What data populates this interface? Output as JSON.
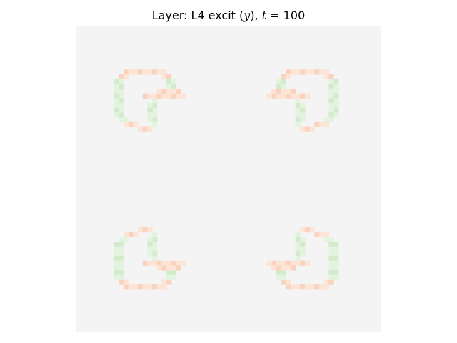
{
  "chart_data": {
    "type": "heatmap",
    "title": {
      "prefix": "Layer: L4 excit (",
      "var": "y",
      "mid": "), ",
      "tvar": "t",
      "suffix": " = 100"
    },
    "axes_visible": false,
    "grid": false,
    "grid_size": 64,
    "background_color": "#f4f4f4",
    "colors": {
      "negative": "#fce4d6",
      "negative_strong": "#f9d3bd",
      "positive": "#e3f3df",
      "positive_strong": "#d2eccb"
    },
    "regions": [
      {
        "name": "top-left-arc",
        "sign": "negative",
        "cells": [
          [
            10,
            9
          ],
          [
            11,
            9
          ],
          [
            12,
            9
          ],
          [
            13,
            9
          ],
          [
            14,
            9
          ],
          [
            15,
            9
          ],
          [
            16,
            9
          ],
          [
            17,
            9
          ],
          [
            18,
            9
          ],
          [
            9,
            10
          ],
          [
            10,
            10
          ],
          [
            18,
            10
          ],
          [
            19,
            10
          ]
        ]
      },
      {
        "name": "top-left-left",
        "sign": "positive",
        "cells": [
          [
            8,
            11
          ],
          [
            8,
            12
          ],
          [
            8,
            13
          ],
          [
            8,
            14
          ],
          [
            8,
            15
          ],
          [
            8,
            16
          ],
          [
            8,
            17
          ],
          [
            8,
            18
          ],
          [
            9,
            11
          ],
          [
            9,
            12
          ],
          [
            9,
            13
          ],
          [
            9,
            14
          ],
          [
            9,
            15
          ],
          [
            9,
            16
          ],
          [
            9,
            17
          ],
          [
            9,
            18
          ],
          [
            9,
            19
          ],
          [
            10,
            19
          ]
        ]
      },
      {
        "name": "top-left-right",
        "sign": "positive",
        "cells": [
          [
            19,
            11
          ],
          [
            19,
            12
          ],
          [
            20,
            11
          ],
          [
            20,
            12
          ],
          [
            20,
            13
          ],
          [
            16,
            15
          ],
          [
            16,
            16
          ],
          [
            16,
            17
          ],
          [
            16,
            18
          ],
          [
            16,
            19
          ],
          [
            16,
            20
          ],
          [
            15,
            16
          ],
          [
            15,
            17
          ],
          [
            15,
            18
          ],
          [
            15,
            19
          ]
        ]
      },
      {
        "name": "top-left-bar",
        "sign": "negative",
        "cells": [
          [
            14,
            14
          ],
          [
            15,
            14
          ],
          [
            16,
            14
          ],
          [
            17,
            14
          ],
          [
            18,
            14
          ],
          [
            19,
            14
          ],
          [
            20,
            14
          ],
          [
            21,
            14
          ],
          [
            17,
            13
          ],
          [
            18,
            13
          ],
          [
            19,
            13
          ],
          [
            20,
            13
          ],
          [
            21,
            13
          ],
          [
            22,
            14
          ]
        ]
      },
      {
        "name": "top-left-bottom",
        "sign": "negative",
        "cells": [
          [
            11,
            20
          ],
          [
            12,
            20
          ],
          [
            13,
            21
          ],
          [
            14,
            21
          ],
          [
            15,
            21
          ],
          [
            10,
            20
          ]
        ]
      },
      {
        "name": "top-right-arc",
        "sign": "negative",
        "cells": [
          [
            44,
            9
          ],
          [
            45,
            9
          ],
          [
            46,
            9
          ],
          [
            47,
            9
          ],
          [
            48,
            9
          ],
          [
            49,
            9
          ],
          [
            50,
            9
          ],
          [
            51,
            9
          ],
          [
            52,
            9
          ],
          [
            43,
            10
          ],
          [
            44,
            10
          ],
          [
            52,
            10
          ],
          [
            53,
            10
          ]
        ]
      },
      {
        "name": "top-right-right",
        "sign": "positive",
        "cells": [
          [
            54,
            11
          ],
          [
            54,
            12
          ],
          [
            54,
            13
          ],
          [
            54,
            14
          ],
          [
            54,
            15
          ],
          [
            54,
            16
          ],
          [
            54,
            17
          ],
          [
            54,
            18
          ],
          [
            53,
            11
          ],
          [
            53,
            12
          ],
          [
            53,
            13
          ],
          [
            53,
            14
          ],
          [
            53,
            15
          ],
          [
            53,
            16
          ],
          [
            53,
            17
          ],
          [
            53,
            18
          ],
          [
            53,
            19
          ],
          [
            52,
            19
          ]
        ]
      },
      {
        "name": "top-right-left",
        "sign": "positive",
        "cells": [
          [
            43,
            11
          ],
          [
            43,
            12
          ],
          [
            42,
            11
          ],
          [
            42,
            12
          ],
          [
            42,
            13
          ],
          [
            46,
            15
          ],
          [
            46,
            16
          ],
          [
            46,
            17
          ],
          [
            46,
            18
          ],
          [
            46,
            19
          ],
          [
            46,
            20
          ],
          [
            47,
            16
          ],
          [
            47,
            17
          ],
          [
            47,
            18
          ],
          [
            47,
            19
          ]
        ]
      },
      {
        "name": "top-right-bar",
        "sign": "negative",
        "cells": [
          [
            41,
            14
          ],
          [
            42,
            14
          ],
          [
            43,
            14
          ],
          [
            44,
            14
          ],
          [
            45,
            14
          ],
          [
            46,
            14
          ],
          [
            47,
            14
          ],
          [
            48,
            14
          ],
          [
            41,
            13
          ],
          [
            42,
            13
          ],
          [
            43,
            13
          ],
          [
            44,
            13
          ],
          [
            45,
            13
          ],
          [
            40,
            14
          ]
        ]
      },
      {
        "name": "top-right-bottom",
        "sign": "negative",
        "cells": [
          [
            50,
            20
          ],
          [
            51,
            20
          ],
          [
            47,
            21
          ],
          [
            48,
            21
          ],
          [
            49,
            21
          ],
          [
            52,
            20
          ]
        ]
      },
      {
        "name": "bottom-left-arc",
        "sign": "negative",
        "cells": [
          [
            10,
            54
          ],
          [
            11,
            54
          ],
          [
            12,
            54
          ],
          [
            13,
            54
          ],
          [
            14,
            54
          ],
          [
            15,
            54
          ],
          [
            16,
            54
          ],
          [
            17,
            54
          ],
          [
            18,
            54
          ],
          [
            9,
            53
          ],
          [
            10,
            53
          ],
          [
            18,
            53
          ],
          [
            19,
            53
          ]
        ]
      },
      {
        "name": "bottom-left-left",
        "sign": "positive",
        "cells": [
          [
            8,
            45
          ],
          [
            8,
            46
          ],
          [
            8,
            47
          ],
          [
            8,
            48
          ],
          [
            8,
            49
          ],
          [
            8,
            50
          ],
          [
            8,
            51
          ],
          [
            8,
            52
          ],
          [
            9,
            44
          ],
          [
            9,
            45
          ],
          [
            9,
            46
          ],
          [
            9,
            47
          ],
          [
            9,
            48
          ],
          [
            9,
            49
          ],
          [
            9,
            50
          ],
          [
            9,
            51
          ],
          [
            9,
            52
          ],
          [
            10,
            44
          ]
        ]
      },
      {
        "name": "bottom-left-right",
        "sign": "positive",
        "cells": [
          [
            19,
            51
          ],
          [
            19,
            52
          ],
          [
            20,
            50
          ],
          [
            20,
            51
          ],
          [
            20,
            52
          ],
          [
            16,
            43
          ],
          [
            16,
            44
          ],
          [
            16,
            45
          ],
          [
            16,
            46
          ],
          [
            16,
            47
          ],
          [
            16,
            48
          ],
          [
            15,
            44
          ],
          [
            15,
            45
          ],
          [
            15,
            46
          ],
          [
            15,
            47
          ]
        ]
      },
      {
        "name": "bottom-left-bar",
        "sign": "negative",
        "cells": [
          [
            14,
            49
          ],
          [
            15,
            49
          ],
          [
            16,
            49
          ],
          [
            17,
            49
          ],
          [
            18,
            49
          ],
          [
            19,
            49
          ],
          [
            20,
            49
          ],
          [
            21,
            49
          ],
          [
            17,
            50
          ],
          [
            18,
            50
          ],
          [
            19,
            50
          ],
          [
            20,
            50
          ],
          [
            21,
            50
          ],
          [
            22,
            49
          ]
        ]
      },
      {
        "name": "bottom-left-top",
        "sign": "negative",
        "cells": [
          [
            11,
            43
          ],
          [
            12,
            43
          ],
          [
            13,
            42
          ],
          [
            14,
            42
          ],
          [
            15,
            42
          ],
          [
            10,
            43
          ]
        ]
      },
      {
        "name": "bottom-right-arc",
        "sign": "negative",
        "cells": [
          [
            44,
            54
          ],
          [
            45,
            54
          ],
          [
            46,
            54
          ],
          [
            47,
            54
          ],
          [
            48,
            54
          ],
          [
            49,
            54
          ],
          [
            50,
            54
          ],
          [
            51,
            54
          ],
          [
            52,
            54
          ],
          [
            43,
            53
          ],
          [
            44,
            53
          ],
          [
            52,
            53
          ],
          [
            53,
            53
          ]
        ]
      },
      {
        "name": "bottom-right-right",
        "sign": "positive",
        "cells": [
          [
            54,
            45
          ],
          [
            54,
            46
          ],
          [
            54,
            47
          ],
          [
            54,
            48
          ],
          [
            54,
            49
          ],
          [
            54,
            50
          ],
          [
            54,
            51
          ],
          [
            54,
            52
          ],
          [
            53,
            44
          ],
          [
            53,
            45
          ],
          [
            53,
            46
          ],
          [
            53,
            47
          ],
          [
            53,
            48
          ],
          [
            53,
            49
          ],
          [
            53,
            50
          ],
          [
            53,
            51
          ],
          [
            53,
            52
          ],
          [
            52,
            44
          ]
        ]
      },
      {
        "name": "bottom-right-left",
        "sign": "positive",
        "cells": [
          [
            43,
            51
          ],
          [
            43,
            52
          ],
          [
            42,
            50
          ],
          [
            42,
            51
          ],
          [
            42,
            52
          ],
          [
            46,
            43
          ],
          [
            46,
            44
          ],
          [
            46,
            45
          ],
          [
            46,
            46
          ],
          [
            46,
            47
          ],
          [
            46,
            48
          ],
          [
            47,
            44
          ],
          [
            47,
            45
          ],
          [
            47,
            46
          ],
          [
            47,
            47
          ]
        ]
      },
      {
        "name": "bottom-right-bar",
        "sign": "negative",
        "cells": [
          [
            41,
            49
          ],
          [
            42,
            49
          ],
          [
            43,
            49
          ],
          [
            44,
            49
          ],
          [
            45,
            49
          ],
          [
            46,
            49
          ],
          [
            47,
            49
          ],
          [
            48,
            49
          ],
          [
            41,
            50
          ],
          [
            42,
            50
          ],
          [
            43,
            50
          ],
          [
            44,
            50
          ],
          [
            45,
            50
          ],
          [
            40,
            49
          ]
        ]
      },
      {
        "name": "bottom-right-top",
        "sign": "negative",
        "cells": [
          [
            50,
            43
          ],
          [
            51,
            43
          ],
          [
            47,
            42
          ],
          [
            48,
            42
          ],
          [
            49,
            42
          ],
          [
            52,
            43
          ]
        ]
      }
    ]
  }
}
